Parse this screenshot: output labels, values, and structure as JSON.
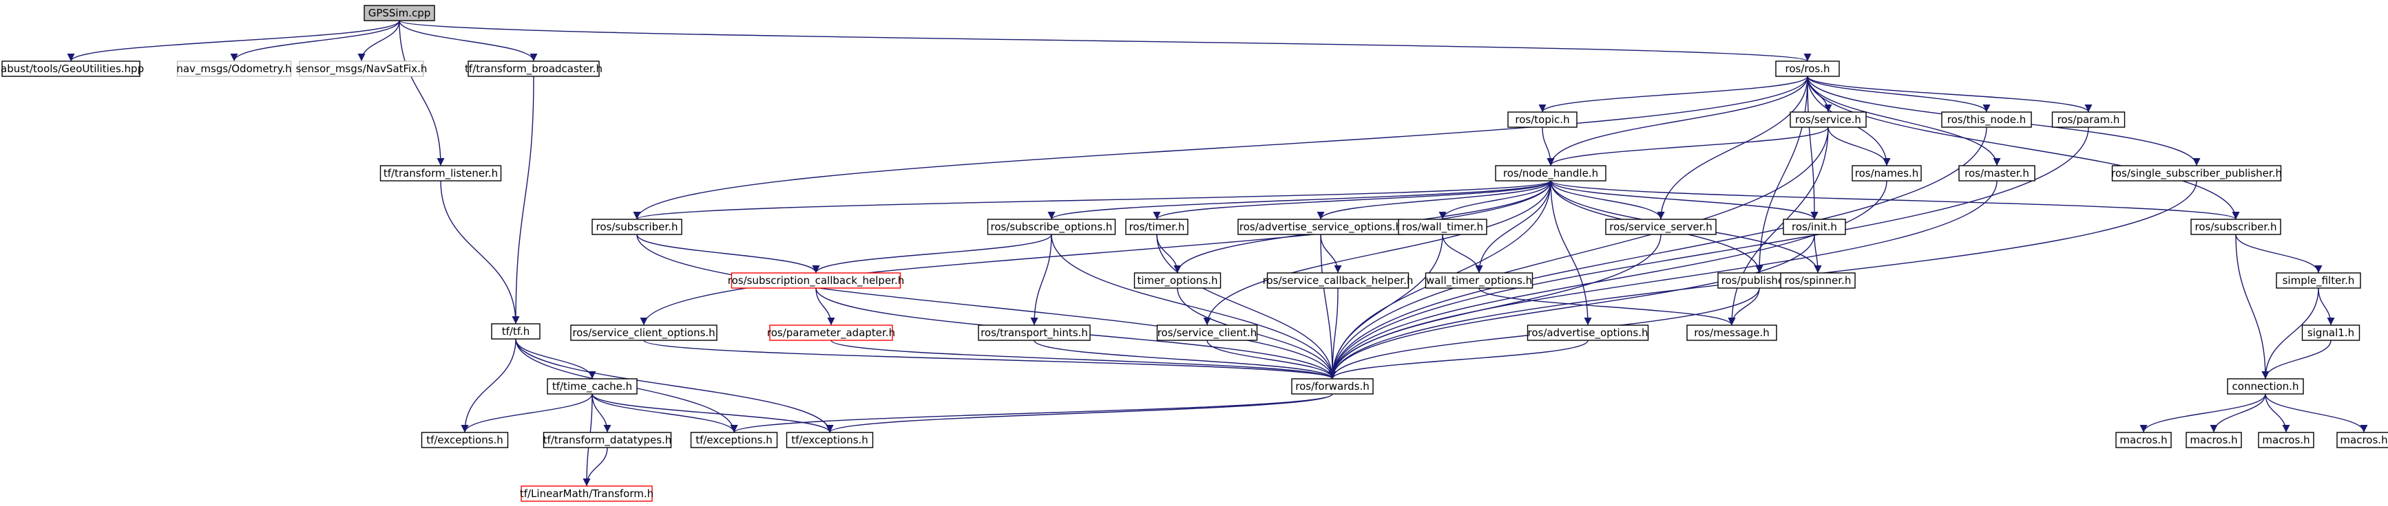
{
  "colors": {
    "edge": "#191970",
    "box_border": "#000000",
    "box_fill": "#ffffff",
    "root_fill": "#bfbfbf",
    "external_border": "#bfbfbf",
    "external_text": "#808080",
    "incomplete_border": "#ff0000",
    "text": "#000000"
  },
  "nodes": [
    {
      "id": "gpssim",
      "label": "GPSSim.cpp",
      "kind": "root"
    },
    {
      "id": "geo",
      "label": "labust/tools/GeoUtilities.hpp",
      "kind": "normal"
    },
    {
      "id": "odom",
      "label": "nav_msgs/Odometry.h",
      "kind": "external"
    },
    {
      "id": "navsat",
      "label": "sensor_msgs/NavSatFix.h",
      "kind": "external"
    },
    {
      "id": "tfbc",
      "label": "tf/transform_broadcaster.h",
      "kind": "normal"
    },
    {
      "id": "rosh",
      "label": "ros/ros.h",
      "kind": "normal"
    },
    {
      "id": "topic",
      "label": "ros/topic.h",
      "kind": "normal"
    },
    {
      "id": "service",
      "label": "ros/service.h",
      "kind": "normal"
    },
    {
      "id": "thisnode",
      "label": "ros/this_node.h",
      "kind": "normal"
    },
    {
      "id": "param",
      "label": "ros/param.h",
      "kind": "normal"
    },
    {
      "id": "tflistener",
      "label": "tf/transform_listener.h",
      "kind": "normal"
    },
    {
      "id": "nodehandle",
      "label": "ros/node_handle.h",
      "kind": "normal"
    },
    {
      "id": "names",
      "label": "ros/names.h",
      "kind": "normal"
    },
    {
      "id": "master",
      "label": "ros/master.h",
      "kind": "normal"
    },
    {
      "id": "sspub",
      "label": "ros/single_subscriber_publisher.h",
      "kind": "normal"
    },
    {
      "id": "subscriber1",
      "label": "ros/subscriber.h",
      "kind": "normal"
    },
    {
      "id": "subopts",
      "label": "ros/subscribe_options.h",
      "kind": "normal"
    },
    {
      "id": "timer",
      "label": "ros/timer.h",
      "kind": "normal"
    },
    {
      "id": "advsrvopts",
      "label": "ros/advertise_service_options.h",
      "kind": "normal"
    },
    {
      "id": "walltimer",
      "label": "ros/wall_timer.h",
      "kind": "normal"
    },
    {
      "id": "srvserver",
      "label": "ros/service_server.h",
      "kind": "normal"
    },
    {
      "id": "init",
      "label": "ros/init.h",
      "kind": "normal"
    },
    {
      "id": "subscriber2",
      "label": "ros/subscriber.h",
      "kind": "normal"
    },
    {
      "id": "subcbhelper",
      "label": "ros/subscription_callback_helper.h",
      "kind": "incomplete"
    },
    {
      "id": "timeropts",
      "label": "timer_options.h",
      "kind": "normal"
    },
    {
      "id": "srvcbhelper",
      "label": "ros/service_callback_helper.h",
      "kind": "normal"
    },
    {
      "id": "walltimeropts",
      "label": "wall_timer_options.h",
      "kind": "normal"
    },
    {
      "id": "publisher",
      "label": "ros/publisher.h",
      "kind": "normal"
    },
    {
      "id": "spinner",
      "label": "ros/spinner.h",
      "kind": "normal"
    },
    {
      "id": "simplefilter",
      "label": "simple_filter.h",
      "kind": "normal"
    },
    {
      "id": "tftf",
      "label": "tf/tf.h",
      "kind": "normal"
    },
    {
      "id": "srvclientopts",
      "label": "ros/service_client_options.h",
      "kind": "normal"
    },
    {
      "id": "paramadapter",
      "label": "ros/parameter_adapter.h",
      "kind": "incomplete"
    },
    {
      "id": "transporthints",
      "label": "ros/transport_hints.h",
      "kind": "normal"
    },
    {
      "id": "srvclient",
      "label": "ros/service_client.h",
      "kind": "normal"
    },
    {
      "id": "advopts",
      "label": "ros/advertise_options.h",
      "kind": "normal"
    },
    {
      "id": "message",
      "label": "ros/message.h",
      "kind": "normal"
    },
    {
      "id": "signal1",
      "label": "signal1.h",
      "kind": "normal"
    },
    {
      "id": "timecache",
      "label": "tf/time_cache.h",
      "kind": "normal"
    },
    {
      "id": "forwards",
      "label": "ros/forwards.h",
      "kind": "normal"
    },
    {
      "id": "connection",
      "label": "connection.h",
      "kind": "normal"
    },
    {
      "id": "exc1",
      "label": "tf/exceptions.h",
      "kind": "normal"
    },
    {
      "id": "tfdatatypes",
      "label": "tf/transform_datatypes.h",
      "kind": "normal"
    },
    {
      "id": "exc2",
      "label": "tf/exceptions.h",
      "kind": "normal"
    },
    {
      "id": "exc3",
      "label": "tf/exceptions.h",
      "kind": "normal"
    },
    {
      "id": "macros1",
      "label": "macros.h",
      "kind": "normal"
    },
    {
      "id": "macros2",
      "label": "macros.h",
      "kind": "normal"
    },
    {
      "id": "macros3",
      "label": "macros.h",
      "kind": "normal"
    },
    {
      "id": "macros4",
      "label": "macros.h",
      "kind": "normal"
    },
    {
      "id": "linearmath",
      "label": "tf/LinearMath/Transform.h",
      "kind": "incomplete"
    }
  ],
  "edges": [
    [
      "gpssim",
      "geo"
    ],
    [
      "gpssim",
      "odom"
    ],
    [
      "gpssim",
      "navsat"
    ],
    [
      "gpssim",
      "tfbc"
    ],
    [
      "gpssim",
      "rosh"
    ],
    [
      "gpssim",
      "tflistener"
    ],
    [
      "tfbc",
      "tftf"
    ],
    [
      "tflistener",
      "tftf"
    ],
    [
      "rosh",
      "topic"
    ],
    [
      "rosh",
      "service"
    ],
    [
      "rosh",
      "thisnode"
    ],
    [
      "rosh",
      "param"
    ],
    [
      "rosh",
      "nodehandle"
    ],
    [
      "rosh",
      "names"
    ],
    [
      "rosh",
      "master"
    ],
    [
      "rosh",
      "sspub"
    ],
    [
      "rosh",
      "subscriber1"
    ],
    [
      "rosh",
      "srvserver"
    ],
    [
      "rosh",
      "init"
    ],
    [
      "rosh",
      "subscriber2"
    ],
    [
      "rosh",
      "publisher"
    ],
    [
      "topic",
      "nodehandle"
    ],
    [
      "service",
      "nodehandle"
    ],
    [
      "service",
      "names"
    ],
    [
      "service",
      "forwards"
    ],
    [
      "service",
      "message"
    ],
    [
      "thisnode",
      "forwards"
    ],
    [
      "param",
      "forwards"
    ],
    [
      "names",
      "forwards"
    ],
    [
      "master",
      "forwards"
    ],
    [
      "sspub",
      "forwards"
    ],
    [
      "nodehandle",
      "subscriber1"
    ],
    [
      "nodehandle",
      "subopts"
    ],
    [
      "nodehandle",
      "timer"
    ],
    [
      "nodehandle",
      "advsrvopts"
    ],
    [
      "nodehandle",
      "walltimer"
    ],
    [
      "nodehandle",
      "srvserver"
    ],
    [
      "nodehandle",
      "init"
    ],
    [
      "nodehandle",
      "subscriber2"
    ],
    [
      "nodehandle",
      "forwards"
    ],
    [
      "nodehandle",
      "timeropts"
    ],
    [
      "nodehandle",
      "walltimeropts"
    ],
    [
      "nodehandle",
      "publisher"
    ],
    [
      "nodehandle",
      "spinner"
    ],
    [
      "nodehandle",
      "srvclientopts"
    ],
    [
      "nodehandle",
      "srvclient"
    ],
    [
      "nodehandle",
      "advopts"
    ],
    [
      "subscriber1",
      "subcbhelper"
    ],
    [
      "subscriber1",
      "forwards"
    ],
    [
      "subopts",
      "subcbhelper"
    ],
    [
      "subopts",
      "transporthints"
    ],
    [
      "subopts",
      "forwards"
    ],
    [
      "subcbhelper",
      "paramadapter"
    ],
    [
      "subcbhelper",
      "forwards"
    ],
    [
      "paramadapter",
      "forwards"
    ],
    [
      "transporthints",
      "forwards"
    ],
    [
      "timer",
      "timeropts"
    ],
    [
      "timer",
      "forwards"
    ],
    [
      "timeropts",
      "forwards"
    ],
    [
      "advsrvopts",
      "srvcbhelper"
    ],
    [
      "advsrvopts",
      "forwards"
    ],
    [
      "srvcbhelper",
      "forwards"
    ],
    [
      "walltimer",
      "walltimeropts"
    ],
    [
      "walltimer",
      "forwards"
    ],
    [
      "walltimeropts",
      "message"
    ],
    [
      "srvserver",
      "forwards"
    ],
    [
      "init",
      "spinner"
    ],
    [
      "init",
      "forwards"
    ],
    [
      "publisher",
      "message"
    ],
    [
      "publisher",
      "forwards"
    ],
    [
      "subscriber2",
      "simplefilter"
    ],
    [
      "subscriber2",
      "connection"
    ],
    [
      "simplefilter",
      "signal1"
    ],
    [
      "simplefilter",
      "connection"
    ],
    [
      "signal1",
      "connection"
    ],
    [
      "connection",
      "macros1"
    ],
    [
      "connection",
      "macros2"
    ],
    [
      "connection",
      "macros3"
    ],
    [
      "connection",
      "macros4"
    ],
    [
      "srvclientopts",
      "forwards"
    ],
    [
      "srvclient",
      "forwards"
    ],
    [
      "advopts",
      "forwards"
    ],
    [
      "forwards",
      "exc2"
    ],
    [
      "forwards",
      "exc3"
    ],
    [
      "tftf",
      "exc1"
    ],
    [
      "tftf",
      "timecache"
    ],
    [
      "tftf",
      "exc2"
    ],
    [
      "tftf",
      "exc3"
    ],
    [
      "timecache",
      "exc1"
    ],
    [
      "timecache",
      "tfdatatypes"
    ],
    [
      "timecache",
      "linearmath"
    ],
    [
      "timecache",
      "exc2"
    ],
    [
      "timecache",
      "exc3"
    ],
    [
      "tfdatatypes",
      "linearmath"
    ]
  ]
}
